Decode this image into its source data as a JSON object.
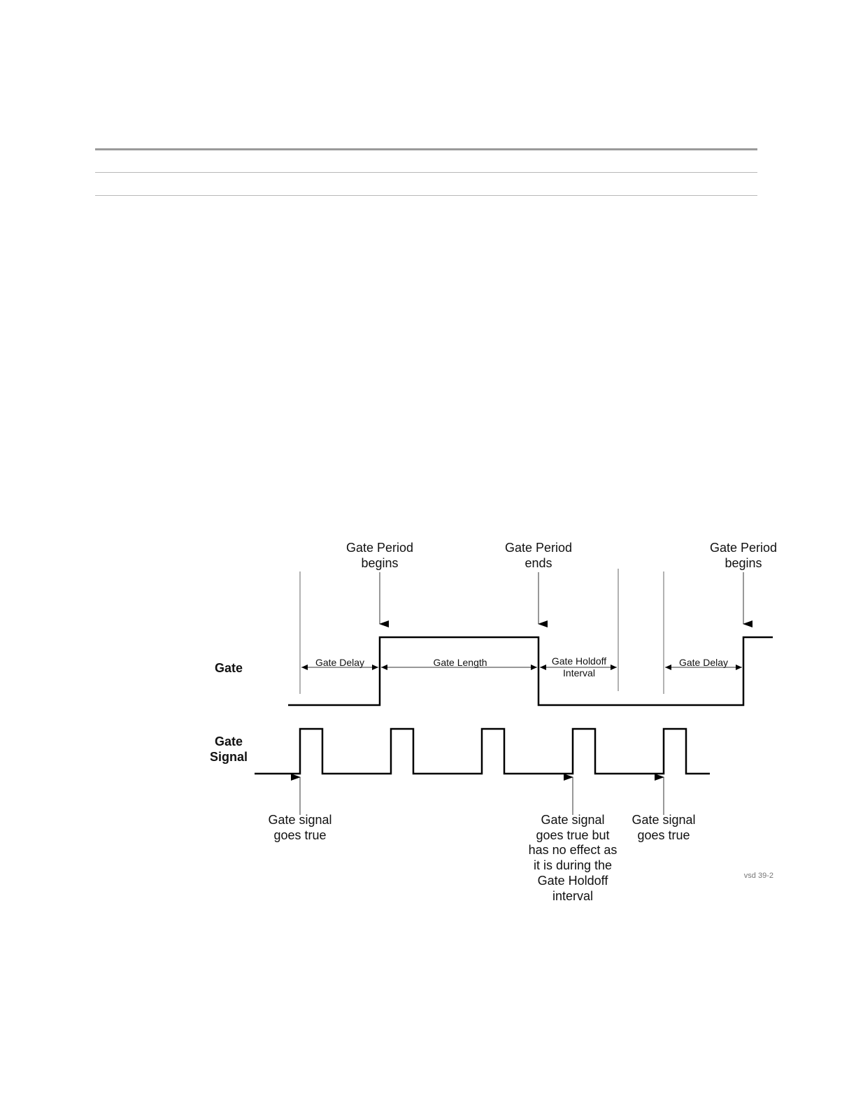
{
  "diagram": {
    "row_labels": {
      "gate": "Gate",
      "gate_signal_line1": "Gate",
      "gate_signal_line2": "Signal"
    },
    "top_annotations": [
      {
        "line1": "Gate Period",
        "line2": "begins"
      },
      {
        "line1": "Gate Period",
        "line2": "ends"
      },
      {
        "line1": "Gate Period",
        "line2": "begins"
      }
    ],
    "intervals": {
      "gate_delay_1": "Gate Delay",
      "gate_length": "Gate Length",
      "gate_holdoff_line1": "Gate Holdoff",
      "gate_holdoff_line2": "Interval",
      "gate_delay_2": "Gate Delay"
    },
    "bottom_annotations": [
      {
        "lines": [
          "Gate signal",
          "goes true"
        ]
      },
      {
        "lines": [
          "Gate signal",
          "goes true but",
          "has no effect as",
          "it is during the",
          "Gate Holdoff",
          "interval"
        ]
      },
      {
        "lines": [
          "Gate signal",
          "goes true"
        ]
      }
    ],
    "figure_id": "vsd 39-2"
  }
}
